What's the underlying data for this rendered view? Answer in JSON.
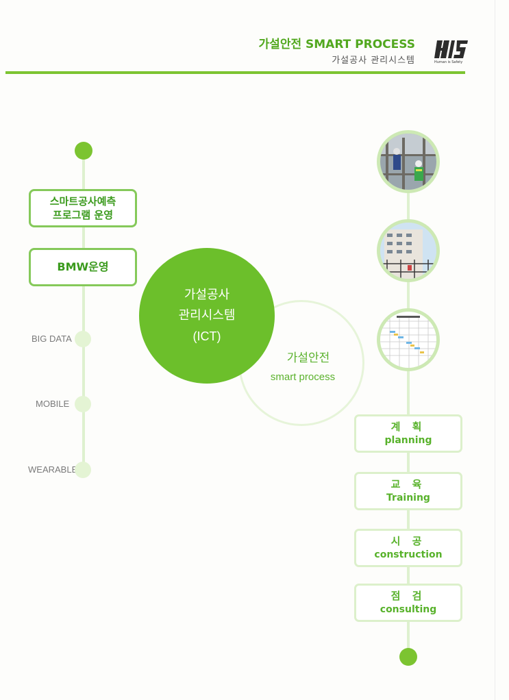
{
  "header": {
    "title": "가설안전 SMART PROCESS",
    "subtitle": "가설공사 관리시스템",
    "logo_text": "HIS",
    "logo_tagline": "Human is Safety"
  },
  "left": {
    "box1": {
      "line1": "스마트공사예측",
      "line2": "프로그램 운영"
    },
    "box2": "BMW운영",
    "tags": [
      "BIG DATA",
      "MOBILE",
      "WEARABLE"
    ]
  },
  "center": {
    "main": {
      "line1": "가설공사",
      "line2": "관리시스템",
      "line3": "(ICT)"
    },
    "outer": {
      "line1": "가설안전",
      "line2": "smart process"
    }
  },
  "right": {
    "photos": [
      "construction-workers-photo",
      "building-scaffolding-photo",
      "schedule-chart-photo"
    ],
    "steps": [
      {
        "ko": "계 획",
        "en": "planning"
      },
      {
        "ko": "교 육",
        "en": "Training"
      },
      {
        "ko": "시 공",
        "en": "construction"
      },
      {
        "ko": "점 검",
        "en": "consulting"
      }
    ]
  },
  "colors": {
    "accent": "#7cc431",
    "circle": "#6cbf2b",
    "text_green": "#52a81f",
    "light_green": "#e4f4d4"
  }
}
